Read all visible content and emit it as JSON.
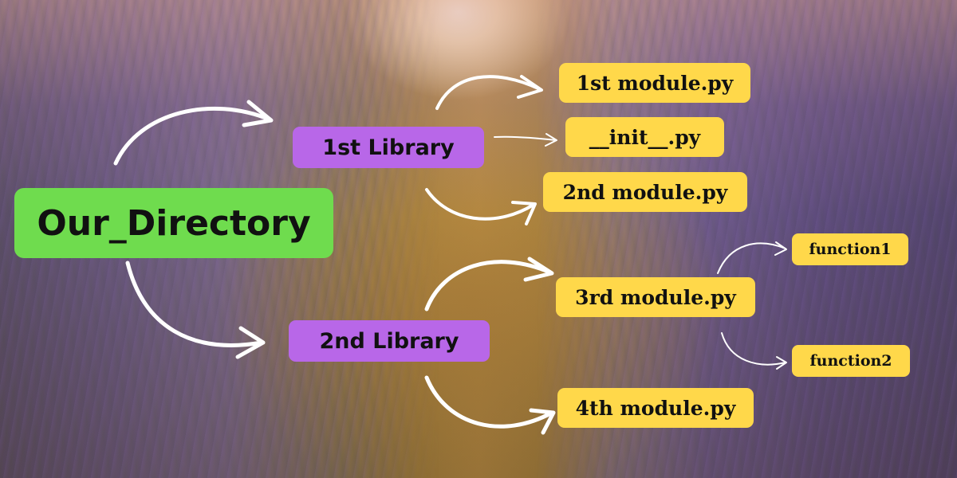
{
  "colors": {
    "root_box": "#6fdc4e",
    "library_box": "#b867e8",
    "module_box": "#ffd84a",
    "arrow": "#ffffff",
    "text": "#111111"
  },
  "diagram": {
    "root": {
      "label": "Our_Directory"
    },
    "libraries": [
      {
        "label": "1st Library"
      },
      {
        "label": "2nd Library"
      }
    ],
    "modules": [
      {
        "label": "1st module.py"
      },
      {
        "label": "__init__.py"
      },
      {
        "label": "2nd module.py"
      },
      {
        "label": "3rd module.py"
      },
      {
        "label": "4th module.py"
      }
    ],
    "functions": [
      {
        "label": "function1"
      },
      {
        "label": "function2"
      }
    ],
    "edges": [
      {
        "from": "Our_Directory",
        "to": "1st Library"
      },
      {
        "from": "Our_Directory",
        "to": "2nd Library"
      },
      {
        "from": "1st Library",
        "to": "1st module.py"
      },
      {
        "from": "1st Library",
        "to": "__init__.py"
      },
      {
        "from": "1st Library",
        "to": "2nd module.py"
      },
      {
        "from": "2nd Library",
        "to": "3rd module.py"
      },
      {
        "from": "2nd Library",
        "to": "4th module.py"
      },
      {
        "from": "3rd module.py",
        "to": "function1"
      },
      {
        "from": "3rd module.py",
        "to": "function2"
      }
    ]
  }
}
